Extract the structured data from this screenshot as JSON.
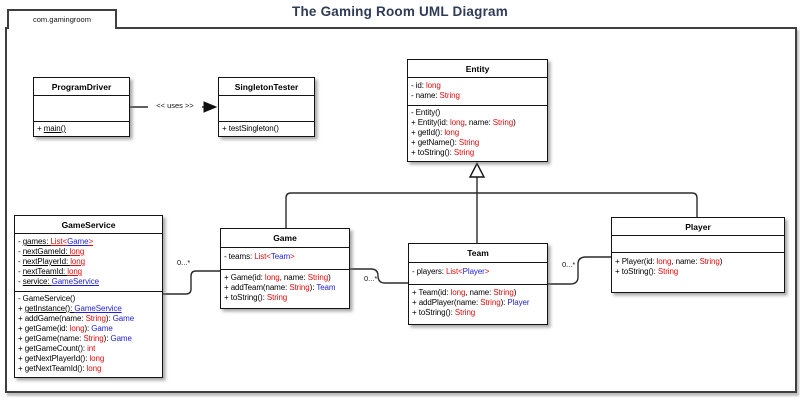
{
  "header": {
    "package_tab": "com.gamingroom",
    "title": "The Gaming Room UML Diagram"
  },
  "colors": {
    "type_primitive": "#e00c0c",
    "type_class": "#1f1fd4",
    "title_text": "#2e3c55",
    "line": "#2b2b2b"
  },
  "labels": {
    "uses": "<< uses >>",
    "multiplicity": "0...*"
  },
  "classes": [
    {
      "name": "ProgramDriver",
      "attributes": [],
      "methods": [
        [
          {
            "t": "+ "
          },
          {
            "t": "main()",
            "u": true
          }
        ]
      ]
    },
    {
      "name": "SingletonTester",
      "attributes": [],
      "methods": [
        [
          {
            "t": "+ testSingleton()"
          }
        ]
      ]
    },
    {
      "name": "Entity",
      "attributes": [
        [
          {
            "t": "- id: "
          },
          {
            "t": "long",
            "c": "r"
          }
        ],
        [
          {
            "t": "- name: "
          },
          {
            "t": "String",
            "c": "r"
          }
        ]
      ],
      "methods": [
        [
          {
            "t": "- Entity()"
          }
        ],
        [
          {
            "t": "+ Entity(id: "
          },
          {
            "t": "long",
            "c": "r"
          },
          {
            "t": ", name: "
          },
          {
            "t": "String",
            "c": "r"
          },
          {
            "t": ")"
          }
        ],
        [
          {
            "t": "+ getId(): "
          },
          {
            "t": "long",
            "c": "r"
          }
        ],
        [
          {
            "t": "+ getName(): "
          },
          {
            "t": "String",
            "c": "r"
          }
        ],
        [
          {
            "t": "+ toString(): "
          },
          {
            "t": "String",
            "c": "r"
          }
        ]
      ]
    },
    {
      "name": "GameService",
      "attributes": [
        [
          {
            "t": "- "
          },
          {
            "t": "games: ",
            "u": true
          },
          {
            "t": "List<",
            "c": "r",
            "u": true
          },
          {
            "t": "Game",
            "c": "b",
            "u": true
          },
          {
            "t": ">",
            "c": "r",
            "u": true
          }
        ],
        [
          {
            "t": "- "
          },
          {
            "t": "nextGameId: ",
            "u": true
          },
          {
            "t": "long",
            "c": "r",
            "u": true
          }
        ],
        [
          {
            "t": "- "
          },
          {
            "t": "nextPlayerId: ",
            "u": true
          },
          {
            "t": "long",
            "c": "r",
            "u": true
          }
        ],
        [
          {
            "t": "- "
          },
          {
            "t": "nextTeamId: ",
            "u": true
          },
          {
            "t": "long",
            "c": "r",
            "u": true
          }
        ],
        [
          {
            "t": "- "
          },
          {
            "t": "service: ",
            "u": true
          },
          {
            "t": "GameService",
            "c": "b",
            "u": true
          }
        ]
      ],
      "methods": [
        [
          {
            "t": "- GameService()"
          }
        ],
        [
          {
            "t": "+ "
          },
          {
            "t": "getInstance(): ",
            "u": true
          },
          {
            "t": "GameService",
            "c": "b",
            "u": true
          }
        ],
        [
          {
            "t": "+ addGame(name: "
          },
          {
            "t": "String",
            "c": "r"
          },
          {
            "t": "): "
          },
          {
            "t": "Game",
            "c": "b"
          }
        ],
        [
          {
            "t": "+ getGame(id: "
          },
          {
            "t": "long",
            "c": "r"
          },
          {
            "t": "): "
          },
          {
            "t": "Game",
            "c": "b"
          }
        ],
        [
          {
            "t": "+ getGame(name: "
          },
          {
            "t": "String",
            "c": "r"
          },
          {
            "t": "): "
          },
          {
            "t": "Game",
            "c": "b"
          }
        ],
        [
          {
            "t": "+ getGameCount(): "
          },
          {
            "t": "int",
            "c": "r"
          }
        ],
        [
          {
            "t": "+ getNextPlayerId(): "
          },
          {
            "t": "long",
            "c": "r"
          }
        ],
        [
          {
            "t": "+ getNextTeamId(): "
          },
          {
            "t": "long",
            "c": "r"
          }
        ]
      ]
    },
    {
      "name": "Game",
      "attributes": [
        [
          {
            "t": "- teams: "
          },
          {
            "t": "List<",
            "c": "r"
          },
          {
            "t": "Team",
            "c": "b"
          },
          {
            "t": ">",
            "c": "r"
          }
        ]
      ],
      "methods": [
        [
          {
            "t": "+ Game(id: "
          },
          {
            "t": "long",
            "c": "r"
          },
          {
            "t": ", name: "
          },
          {
            "t": "String",
            "c": "r"
          },
          {
            "t": ")"
          }
        ],
        [
          {
            "t": "+ addTeam(name: "
          },
          {
            "t": "String",
            "c": "r"
          },
          {
            "t": "): "
          },
          {
            "t": "Team",
            "c": "b"
          }
        ],
        [
          {
            "t": "+ toString(): "
          },
          {
            "t": "String",
            "c": "r"
          }
        ]
      ]
    },
    {
      "name": "Team",
      "attributes": [
        [
          {
            "t": "- players: "
          },
          {
            "t": "List<",
            "c": "r"
          },
          {
            "t": "Player",
            "c": "b"
          },
          {
            "t": ">",
            "c": "r"
          }
        ]
      ],
      "methods": [
        [
          {
            "t": "+ Team(id: "
          },
          {
            "t": "long",
            "c": "r"
          },
          {
            "t": ", name: "
          },
          {
            "t": "String",
            "c": "r"
          },
          {
            "t": ")"
          }
        ],
        [
          {
            "t": "+ addPlayer(name: "
          },
          {
            "t": "String",
            "c": "r"
          },
          {
            "t": "): "
          },
          {
            "t": "Player",
            "c": "b"
          }
        ],
        [
          {
            "t": "+ toString(): "
          },
          {
            "t": "String",
            "c": "r"
          }
        ]
      ]
    },
    {
      "name": "Player",
      "attributes": [],
      "methods": [
        [
          {
            "t": "+ Player(id: "
          },
          {
            "t": "long",
            "c": "r"
          },
          {
            "t": ", name: "
          },
          {
            "t": "String",
            "c": "r"
          },
          {
            "t": ")"
          }
        ],
        [
          {
            "t": "+ toString(): "
          },
          {
            "t": "String",
            "c": "r"
          }
        ]
      ]
    }
  ]
}
